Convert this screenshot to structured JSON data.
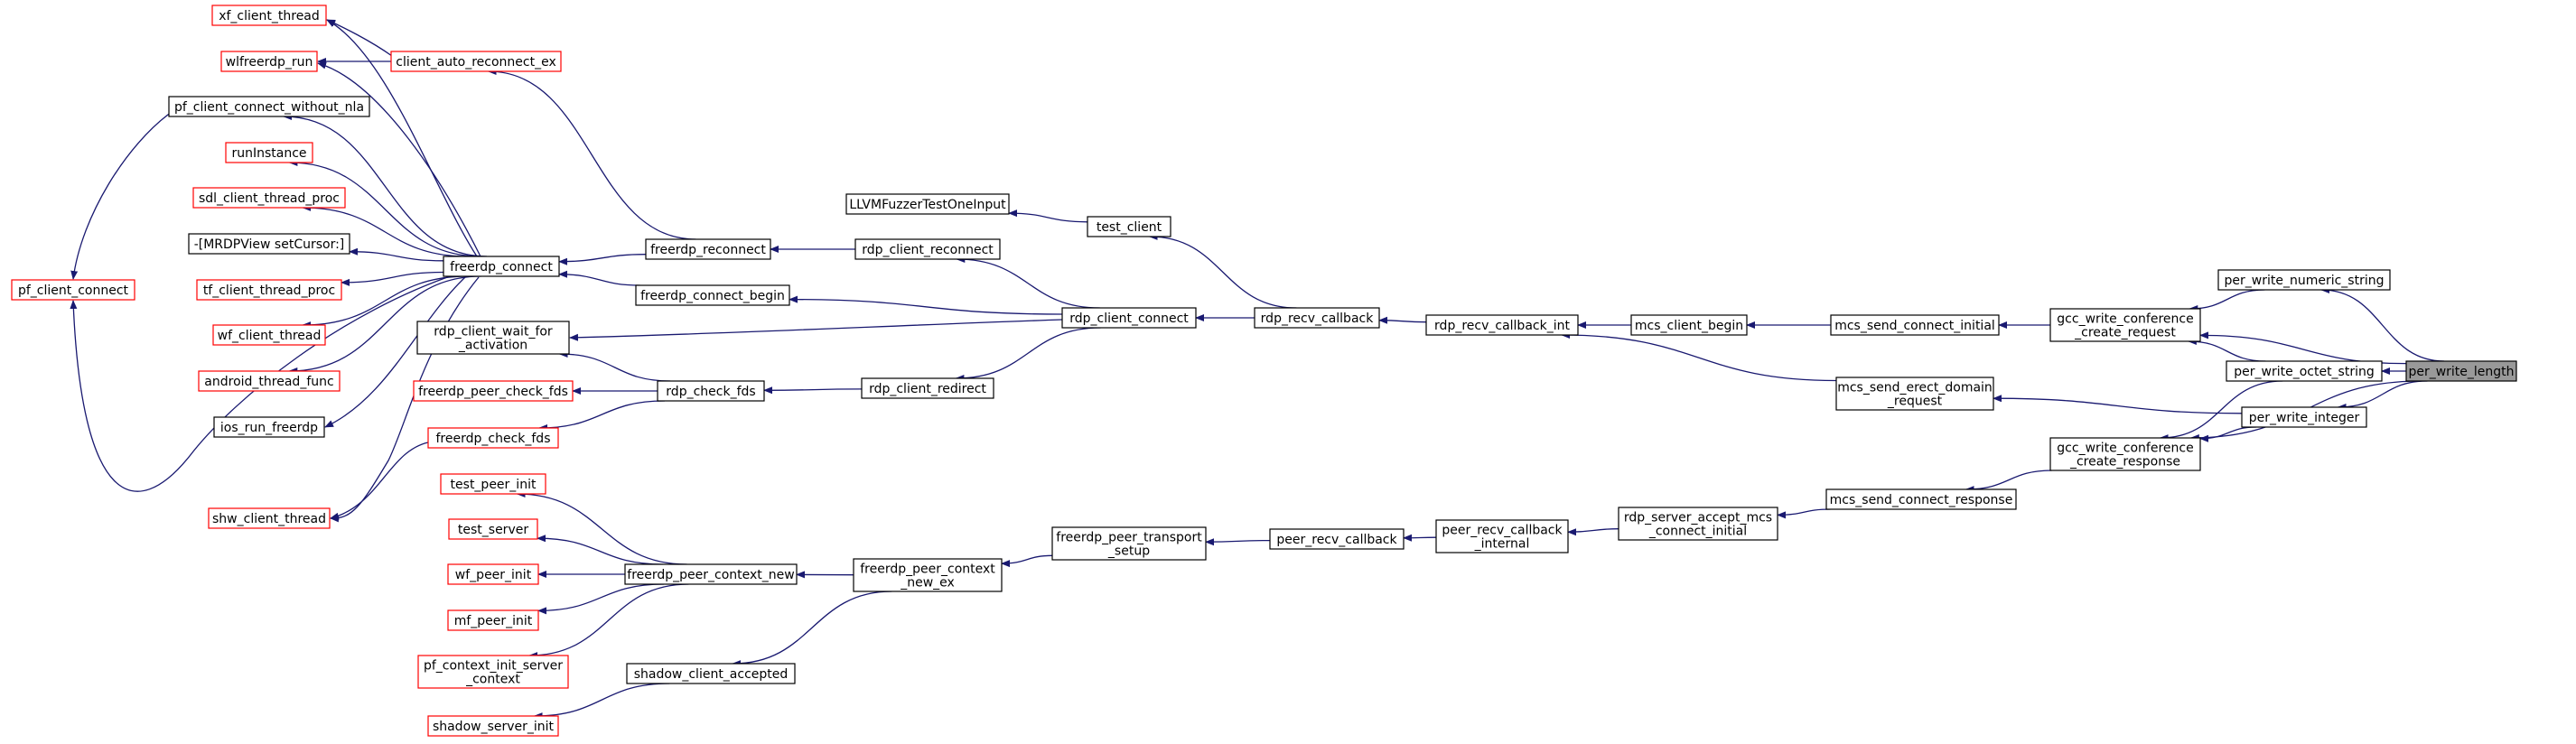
{
  "colors": {
    "edge": "#191970",
    "border_default": "#000000",
    "border_truncated": "#ff0000",
    "fill_default": "#ffffff",
    "fill_focus": "#999999"
  },
  "nodes": [
    {
      "id": "per_write_length",
      "label": "per_write_length",
      "style": "focus"
    },
    {
      "id": "per_write_numeric_string",
      "label": "per_write_numeric_string",
      "style": "normal"
    },
    {
      "id": "per_write_octet_string",
      "label": "per_write_octet_string",
      "style": "normal"
    },
    {
      "id": "per_write_integer",
      "label": "per_write_integer",
      "style": "normal"
    },
    {
      "id": "gcc_write_conference_create_request",
      "label": "gcc_write_conference\n_create_request",
      "style": "normal"
    },
    {
      "id": "gcc_write_conference_create_response",
      "label": "gcc_write_conference\n_create_response",
      "style": "normal"
    },
    {
      "id": "mcs_send_connect_initial",
      "label": "mcs_send_connect_initial",
      "style": "normal"
    },
    {
      "id": "mcs_send_erect_domain_request",
      "label": "mcs_send_erect_domain\n_request",
      "style": "normal"
    },
    {
      "id": "mcs_send_connect_response",
      "label": "mcs_send_connect_response",
      "style": "normal"
    },
    {
      "id": "mcs_client_begin",
      "label": "mcs_client_begin",
      "style": "normal"
    },
    {
      "id": "rdp_recv_callback_int",
      "label": "rdp_recv_callback_int",
      "style": "normal"
    },
    {
      "id": "rdp_server_accept_mcs_connect_initial",
      "label": "rdp_server_accept_mcs\n_connect_initial",
      "style": "normal"
    },
    {
      "id": "rdp_recv_callback",
      "label": "rdp_recv_callback",
      "style": "normal"
    },
    {
      "id": "peer_recv_callback_internal",
      "label": "peer_recv_callback\n_internal",
      "style": "normal"
    },
    {
      "id": "test_client",
      "label": "test_client",
      "style": "normal"
    },
    {
      "id": "rdp_client_connect",
      "label": "rdp_client_connect",
      "style": "normal"
    },
    {
      "id": "peer_recv_callback",
      "label": "peer_recv_callback",
      "style": "normal"
    },
    {
      "id": "LLVMFuzzerTestOneInput",
      "label": "LLVMFuzzerTestOneInput",
      "style": "normal"
    },
    {
      "id": "rdp_client_reconnect",
      "label": "rdp_client_reconnect",
      "style": "normal"
    },
    {
      "id": "rdp_client_redirect",
      "label": "rdp_client_redirect",
      "style": "normal"
    },
    {
      "id": "freerdp_peer_transport_setup",
      "label": "freerdp_peer_transport\n_setup",
      "style": "normal"
    },
    {
      "id": "freerdp_reconnect",
      "label": "freerdp_reconnect",
      "style": "normal"
    },
    {
      "id": "freerdp_connect_begin",
      "label": "freerdp_connect_begin",
      "style": "normal"
    },
    {
      "id": "rdp_check_fds",
      "label": "rdp_check_fds",
      "style": "normal"
    },
    {
      "id": "freerdp_peer_context_new_ex",
      "label": "freerdp_peer_context\n_new_ex",
      "style": "normal"
    },
    {
      "id": "freerdp_connect",
      "label": "freerdp_connect",
      "style": "normal"
    },
    {
      "id": "rdp_client_wait_for_activation",
      "label": "rdp_client_wait_for\n_activation",
      "style": "normal"
    },
    {
      "id": "freerdp_peer_check_fds",
      "label": "freerdp_peer_check_fds",
      "style": "truncated"
    },
    {
      "id": "freerdp_check_fds",
      "label": "freerdp_check_fds",
      "style": "truncated"
    },
    {
      "id": "freerdp_peer_context_new",
      "label": "freerdp_peer_context_new",
      "style": "normal"
    },
    {
      "id": "shadow_client_accepted",
      "label": "shadow_client_accepted",
      "style": "normal"
    },
    {
      "id": "client_auto_reconnect_ex",
      "label": "client_auto_reconnect_ex",
      "style": "truncated"
    },
    {
      "id": "xf_client_thread",
      "label": "xf_client_thread",
      "style": "truncated"
    },
    {
      "id": "wlfreerdp_run",
      "label": "wlfreerdp_run",
      "style": "truncated"
    },
    {
      "id": "pf_client_connect_without_nla",
      "label": "pf_client_connect_without_nla",
      "style": "normal"
    },
    {
      "id": "runInstance",
      "label": "runInstance",
      "style": "truncated"
    },
    {
      "id": "sdl_client_thread_proc",
      "label": "sdl_client_thread_proc",
      "style": "truncated"
    },
    {
      "id": "MRDPView_setCursor",
      "label": "-[MRDPView setCursor:]",
      "style": "normal"
    },
    {
      "id": "tf_client_thread_proc",
      "label": "tf_client_thread_proc",
      "style": "truncated"
    },
    {
      "id": "wf_client_thread",
      "label": "wf_client_thread",
      "style": "truncated"
    },
    {
      "id": "android_thread_func",
      "label": "android_thread_func",
      "style": "truncated"
    },
    {
      "id": "ios_run_freerdp",
      "label": "ios_run_freerdp",
      "style": "normal"
    },
    {
      "id": "shw_client_thread",
      "label": "shw_client_thread",
      "style": "truncated"
    },
    {
      "id": "pf_client_connect",
      "label": "pf_client_connect",
      "style": "truncated"
    },
    {
      "id": "test_peer_init",
      "label": "test_peer_init",
      "style": "truncated"
    },
    {
      "id": "test_server",
      "label": "test_server",
      "style": "truncated"
    },
    {
      "id": "wf_peer_init",
      "label": "wf_peer_init",
      "style": "truncated"
    },
    {
      "id": "mf_peer_init",
      "label": "mf_peer_init",
      "style": "truncated"
    },
    {
      "id": "pf_context_init_server_context",
      "label": "pf_context_init_server\n_context",
      "style": "truncated"
    },
    {
      "id": "shadow_server_init",
      "label": "shadow_server_init",
      "style": "truncated"
    }
  ],
  "edges": [
    {
      "from": "per_write_length",
      "to": "per_write_numeric_string"
    },
    {
      "from": "per_write_length",
      "to": "gcc_write_conference_create_request"
    },
    {
      "from": "per_write_length",
      "to": "per_write_octet_string"
    },
    {
      "from": "per_write_length",
      "to": "per_write_integer"
    },
    {
      "from": "per_write_length",
      "to": "gcc_write_conference_create_response"
    },
    {
      "from": "per_write_numeric_string",
      "to": "gcc_write_conference_create_request"
    },
    {
      "from": "per_write_octet_string",
      "to": "gcc_write_conference_create_request"
    },
    {
      "from": "per_write_octet_string",
      "to": "gcc_write_conference_create_response"
    },
    {
      "from": "per_write_integer",
      "to": "gcc_write_conference_create_response"
    },
    {
      "from": "per_write_integer",
      "to": "mcs_send_erect_domain_request"
    },
    {
      "from": "gcc_write_conference_create_request",
      "to": "mcs_send_connect_initial"
    },
    {
      "from": "gcc_write_conference_create_response",
      "to": "mcs_send_connect_response"
    },
    {
      "from": "mcs_send_connect_initial",
      "to": "mcs_client_begin"
    },
    {
      "from": "mcs_send_erect_domain_request",
      "to": "rdp_recv_callback_int"
    },
    {
      "from": "mcs_send_connect_response",
      "to": "rdp_server_accept_mcs_connect_initial"
    },
    {
      "from": "mcs_client_begin",
      "to": "rdp_recv_callback_int"
    },
    {
      "from": "rdp_recv_callback_int",
      "to": "rdp_recv_callback"
    },
    {
      "from": "rdp_server_accept_mcs_connect_initial",
      "to": "peer_recv_callback_internal"
    },
    {
      "from": "rdp_recv_callback",
      "to": "test_client"
    },
    {
      "from": "rdp_recv_callback",
      "to": "rdp_client_connect"
    },
    {
      "from": "peer_recv_callback_internal",
      "to": "peer_recv_callback"
    },
    {
      "from": "test_client",
      "to": "LLVMFuzzerTestOneInput"
    },
    {
      "from": "rdp_client_connect",
      "to": "rdp_client_reconnect"
    },
    {
      "from": "rdp_client_connect",
      "to": "freerdp_connect_begin"
    },
    {
      "from": "rdp_client_connect",
      "to": "rdp_client_wait_for_activation"
    },
    {
      "from": "rdp_client_connect",
      "to": "rdp_client_redirect"
    },
    {
      "from": "peer_recv_callback",
      "to": "freerdp_peer_transport_setup"
    },
    {
      "from": "rdp_client_reconnect",
      "to": "freerdp_reconnect"
    },
    {
      "from": "rdp_client_redirect",
      "to": "rdp_check_fds"
    },
    {
      "from": "freerdp_peer_transport_setup",
      "to": "freerdp_peer_context_new_ex"
    },
    {
      "from": "freerdp_reconnect",
      "to": "client_auto_reconnect_ex"
    },
    {
      "from": "freerdp_reconnect",
      "to": "freerdp_connect"
    },
    {
      "from": "freerdp_connect_begin",
      "to": "freerdp_connect"
    },
    {
      "from": "rdp_check_fds",
      "to": "rdp_client_wait_for_activation"
    },
    {
      "from": "rdp_check_fds",
      "to": "freerdp_peer_check_fds"
    },
    {
      "from": "rdp_check_fds",
      "to": "freerdp_check_fds"
    },
    {
      "from": "freerdp_peer_context_new_ex",
      "to": "freerdp_peer_context_new"
    },
    {
      "from": "freerdp_peer_context_new_ex",
      "to": "shadow_client_accepted"
    },
    {
      "from": "client_auto_reconnect_ex",
      "to": "xf_client_thread"
    },
    {
      "from": "client_auto_reconnect_ex",
      "to": "wlfreerdp_run"
    },
    {
      "from": "freerdp_connect",
      "to": "xf_client_thread"
    },
    {
      "from": "freerdp_connect",
      "to": "wlfreerdp_run"
    },
    {
      "from": "freerdp_connect",
      "to": "pf_client_connect_without_nla"
    },
    {
      "from": "freerdp_connect",
      "to": "runInstance"
    },
    {
      "from": "freerdp_connect",
      "to": "sdl_client_thread_proc"
    },
    {
      "from": "freerdp_connect",
      "to": "MRDPView_setCursor"
    },
    {
      "from": "freerdp_connect",
      "to": "tf_client_thread_proc"
    },
    {
      "from": "freerdp_connect",
      "to": "wf_client_thread"
    },
    {
      "from": "freerdp_connect",
      "to": "android_thread_func"
    },
    {
      "from": "freerdp_connect",
      "to": "ios_run_freerdp"
    },
    {
      "from": "freerdp_connect",
      "to": "pf_client_connect"
    },
    {
      "from": "freerdp_connect",
      "to": "shw_client_thread"
    },
    {
      "from": "freerdp_check_fds",
      "to": "shw_client_thread"
    },
    {
      "from": "pf_client_connect_without_nla",
      "to": "pf_client_connect"
    },
    {
      "from": "freerdp_peer_context_new",
      "to": "test_peer_init"
    },
    {
      "from": "freerdp_peer_context_new",
      "to": "test_server"
    },
    {
      "from": "freerdp_peer_context_new",
      "to": "wf_peer_init"
    },
    {
      "from": "freerdp_peer_context_new",
      "to": "mf_peer_init"
    },
    {
      "from": "freerdp_peer_context_new",
      "to": "pf_context_init_server_context"
    },
    {
      "from": "shadow_client_accepted",
      "to": "shadow_server_init"
    }
  ]
}
